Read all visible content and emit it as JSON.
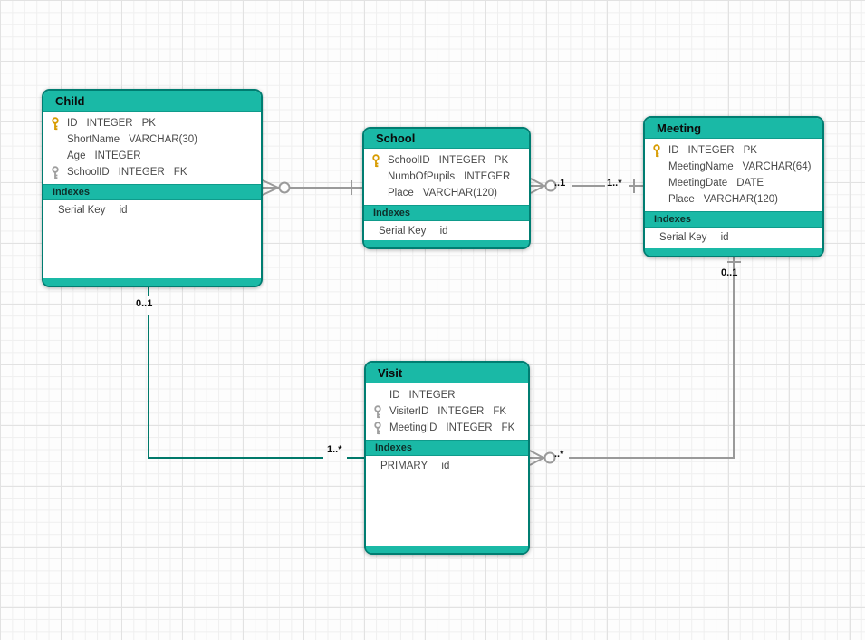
{
  "tables": {
    "child": {
      "title": "Child",
      "rows": [
        {
          "icon": "primary-key",
          "name": "ID",
          "type": "INTEGER",
          "flag": "PK"
        },
        {
          "icon": "none",
          "name": "ShortName",
          "type": "VARCHAR(30)"
        },
        {
          "icon": "none",
          "name": "Age",
          "type": "INTEGER"
        },
        {
          "icon": "foreign-key",
          "name": "SchoolID",
          "type": "INTEGER",
          "flag": "FK"
        }
      ],
      "indexes_label": "Indexes",
      "index": {
        "name": "Serial Key",
        "column": "id"
      }
    },
    "school": {
      "title": "School",
      "rows": [
        {
          "icon": "primary-key",
          "name": "SchoolID",
          "type": "INTEGER",
          "flag": "PK"
        },
        {
          "icon": "none",
          "name": "NumbOfPupils",
          "type": "INTEGER"
        },
        {
          "icon": "none",
          "name": "Place",
          "type": "VARCHAR(120)"
        }
      ],
      "indexes_label": "Indexes",
      "index": {
        "name": "Serial Key",
        "column": "id"
      }
    },
    "meeting": {
      "title": "Meeting",
      "rows": [
        {
          "icon": "primary-key",
          "name": "ID",
          "type": "INTEGER",
          "flag": "PK"
        },
        {
          "icon": "none",
          "name": "MeetingName",
          "type": "VARCHAR(64)"
        },
        {
          "icon": "none",
          "name": "MeetingDate",
          "type": "DATE"
        },
        {
          "icon": "none",
          "name": "Place",
          "type": "VARCHAR(120)"
        }
      ],
      "indexes_label": "Indexes",
      "index": {
        "name": "Serial Key",
        "column": "id"
      }
    },
    "visit": {
      "title": "Visit",
      "rows": [
        {
          "icon": "none",
          "name": "ID",
          "type": "INTEGER"
        },
        {
          "icon": "foreign-key",
          "name": "VisiterID",
          "type": "INTEGER",
          "flag": "FK"
        },
        {
          "icon": "foreign-key",
          "name": "MeetingID",
          "type": "INTEGER",
          "flag": "FK"
        }
      ],
      "indexes_label": "Indexes",
      "index": {
        "name": "PRIMARY",
        "column": "id"
      }
    }
  },
  "relationships": {
    "school_meeting": {
      "label_near_school": "..1",
      "label_near_meeting": "1..*"
    },
    "child_visit": {
      "label_near_child": "0..1",
      "label_near_visit": "1..*"
    },
    "visit_meeting": {
      "label_near_visit": "..*",
      "label_near_meeting": "0..1"
    }
  },
  "colors": {
    "table_header": "#1ab9a6",
    "table_border": "#007d71",
    "connector_gray": "#9a9a9a",
    "connector_teal": "#00796a",
    "pk_icon": "#d79b00",
    "fk_icon": "#9e9e9e"
  }
}
